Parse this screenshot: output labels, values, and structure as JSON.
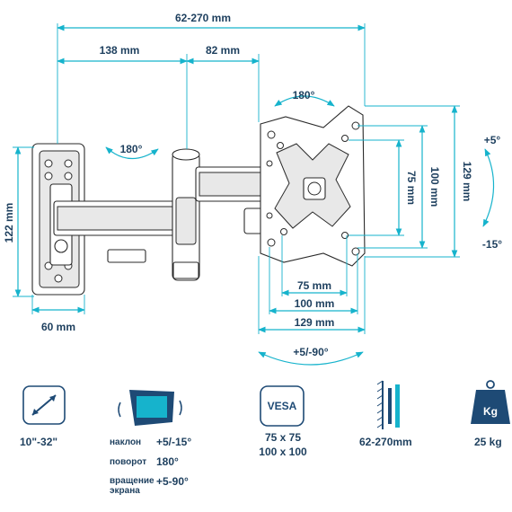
{
  "dimensions": {
    "reach_range": "62-270 mm",
    "arm_segment_1": "138 mm",
    "arm_segment_2": "82 mm",
    "wall_plate_height": "122 mm",
    "wall_plate_width": "60 mm",
    "swivel_wall": "180°",
    "swivel_plate": "180°",
    "vesa_h_75": "75 mm",
    "vesa_h_100": "100 mm",
    "plate_width": "129 mm",
    "vesa_v_75": "75 mm",
    "vesa_v_100": "100 mm",
    "plate_height": "129 mm",
    "tilt_up": "+5°",
    "tilt_down": "-15°",
    "rotation": "+5/-90°"
  },
  "specs": {
    "screen_size": "10\"-32\"",
    "tilt_label": "наклон",
    "tilt_value": "+5/-15°",
    "swivel_label": "поворот",
    "swivel_value": "180°",
    "rotation_label": "вращение экрана",
    "rotation_value": "+5-90°",
    "vesa_badge": "VESA",
    "vesa_line1": "75 x 75",
    "vesa_line2": "100 x 100",
    "reach": "62-270mm",
    "weight_badge": "Kg",
    "weight": "25 kg"
  },
  "colors": {
    "accent": "#16b3cc",
    "text": "#1d3f5e",
    "icon": "#1e4a75"
  },
  "icons": [
    "diagonal-arrow-icon",
    "tilt-screen-icon",
    "vesa-icon",
    "wall-profile-icon",
    "weight-icon"
  ]
}
